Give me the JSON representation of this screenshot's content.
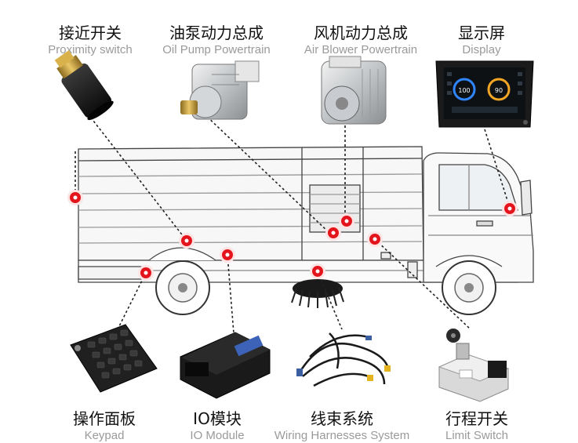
{
  "colors": {
    "marker": "#e3141b",
    "line": "#222222",
    "truck_outline": "#444444",
    "label_cn": "#111111",
    "label_en": "#9a9a9a"
  },
  "components": [
    {
      "key": "proximity",
      "cn": "接近开关",
      "en": "Proximity switch",
      "icon": "proximity-sensor-icon"
    },
    {
      "key": "oilpump",
      "cn": "油泵动力总成",
      "en": "Oil Pump Powertrain",
      "icon": "oil-pump-motor-icon"
    },
    {
      "key": "blower",
      "cn": "风机动力总成",
      "en": "Air Blower Powertrain",
      "icon": "blower-motor-icon"
    },
    {
      "key": "display",
      "cn": "显示屏",
      "en": "Display",
      "icon": "display-screen-icon"
    },
    {
      "key": "keypad",
      "cn": "操作面板",
      "en": "Keypad",
      "icon": "keypad-icon"
    },
    {
      "key": "io",
      "cn": "IO模块",
      "en": "IO Module",
      "icon": "io-module-icon"
    },
    {
      "key": "harness",
      "cn": "线束系统",
      "en": "Wiring Harnesses System",
      "icon": "wiring-harness-icon"
    },
    {
      "key": "limit",
      "cn": "行程开关",
      "en": "Limit Switch",
      "icon": "limit-switch-icon"
    }
  ],
  "display_screen": {
    "left_value": "100",
    "right_value": "90"
  }
}
